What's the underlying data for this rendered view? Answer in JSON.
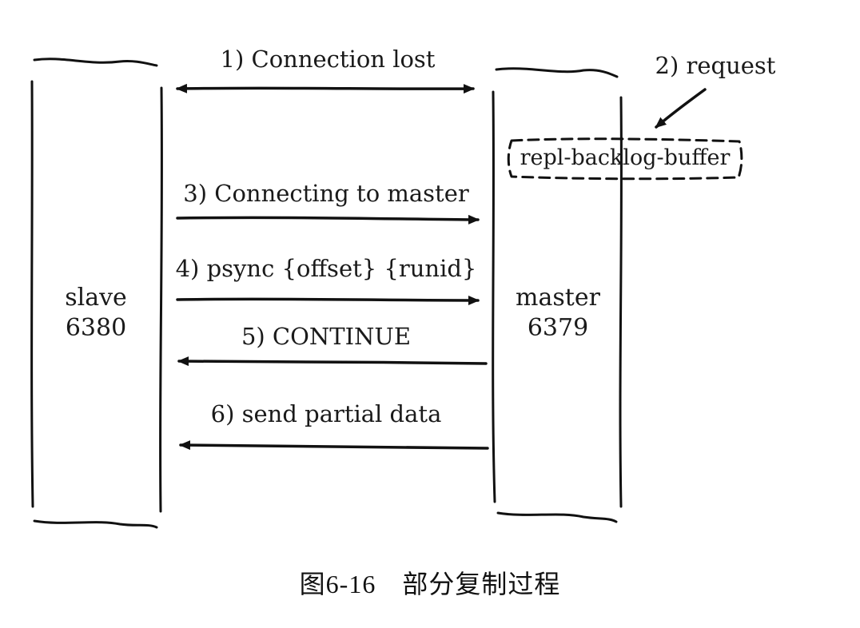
{
  "nodes": {
    "slave": {
      "name": "slave",
      "port": "6380"
    },
    "master": {
      "name": "master",
      "port": "6379"
    }
  },
  "buffer_label": "repl-backlog-buffer",
  "steps": [
    {
      "label": "1) Connection lost",
      "direction": "both"
    },
    {
      "label": "2) request",
      "direction": "to-buffer"
    },
    {
      "label": "3) Connecting to master",
      "direction": "slave-to-master"
    },
    {
      "label": "4) psync {offset} {runid}",
      "direction": "slave-to-master"
    },
    {
      "label": "5) CONTINUE",
      "direction": "master-to-slave"
    },
    {
      "label": "6) send partial data",
      "direction": "master-to-slave"
    }
  ],
  "caption": "图6-16　部分复制过程"
}
